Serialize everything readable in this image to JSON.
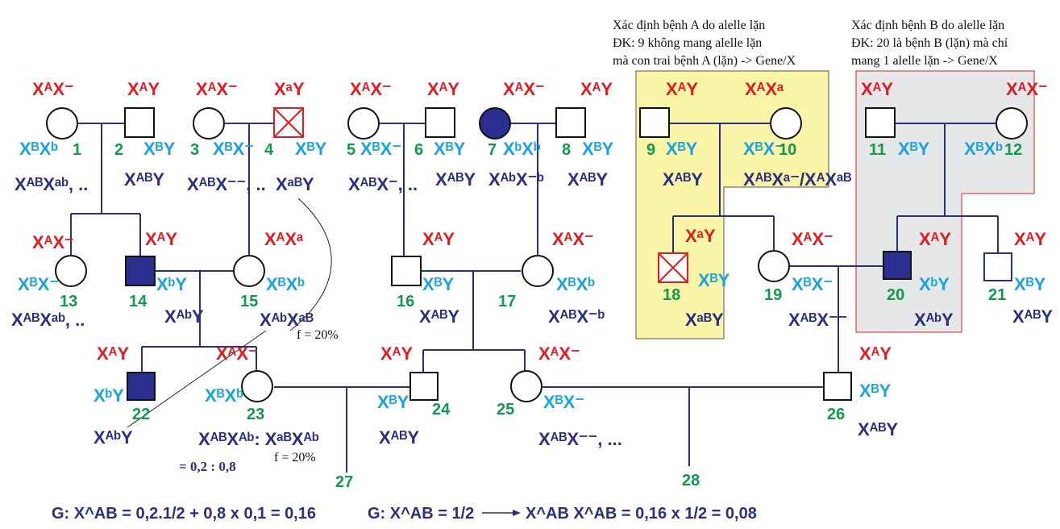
{
  "notes": {
    "a1": "Xác định bệnh A do alelle lặn",
    "a2": "ĐK: 9 không mang alelle lặn",
    "a3": "mà con trai bệnh A (lặn) -> Gene/X",
    "b1": "Xác định bệnh B do alelle lặn",
    "b2": "ĐK: 20 là bệnh B (lặn) mà chỉ",
    "b3": "mang 1 alelle lặn  -> Gene/X"
  },
  "freq1": "f = 20%",
  "freq2": "f = 20%",
  "ratio": "= 0,2 : 0,8",
  "formula1": "G: X^AB = 0,2.1/2 + 0,8 x 0,1 = 0,16",
  "formula2": "G: X^AB = 1/2",
  "formula3": "X^AB X^AB = 0,16 x 1/2 = 0,08",
  "individuals": [
    {
      "id": "1",
      "sex": "F",
      "status": "normal",
      "gA": "XᴬX⁻",
      "gB": "XᴮXᵇ",
      "gAB": "XᴬᴮXᵃᵇ, .."
    },
    {
      "id": "2",
      "sex": "M",
      "status": "normal",
      "gA": "XᴬY",
      "gB": "XᴮY",
      "gAB": "XᴬᴮY"
    },
    {
      "id": "3",
      "sex": "F",
      "status": "normal",
      "gA": "XᴬX⁻",
      "gB": "XᴮX⁻",
      "gAB": "XᴬᴮX⁻⁻, .."
    },
    {
      "id": "4",
      "sex": "M",
      "status": "affected-A",
      "gA": "XᵃY",
      "gB": "XᴮY",
      "gAB": "XᵃᴮY"
    },
    {
      "id": "5",
      "sex": "F",
      "status": "normal",
      "gA": "XᴬX⁻",
      "gB": "XᴮX⁻",
      "gAB": "XᴬᴮX⁻, .."
    },
    {
      "id": "6",
      "sex": "M",
      "status": "normal",
      "gA": "XᴬY",
      "gB": "XᴮY",
      "gAB": "XᴬᴮY"
    },
    {
      "id": "7",
      "sex": "F",
      "status": "affected-B",
      "gA": "XᴬX⁻",
      "gB": "XᵇXᵇ",
      "gAB": "XᴬᵇX⁻ᵇ"
    },
    {
      "id": "8",
      "sex": "M",
      "status": "normal",
      "gA": "XᴬY",
      "gB": "XᴮY",
      "gAB": "XᴬᴮY"
    },
    {
      "id": "9",
      "sex": "M",
      "status": "normal",
      "gA": "XᴬY",
      "gB": "XᴮY",
      "gAB": "XᴬᴮY"
    },
    {
      "id": "10",
      "sex": "F",
      "status": "normal",
      "gA": "XᴬXᵃ",
      "gB": "XᴮX⁻",
      "gAB": "XᴬᴮXᵃ⁻/XᴬXᵃᴮ"
    },
    {
      "id": "11",
      "sex": "M",
      "status": "normal",
      "gA": "XᴬY",
      "gB": "XᴮY",
      "gAB": ""
    },
    {
      "id": "12",
      "sex": "F",
      "status": "normal",
      "gA": "XᴬX⁻",
      "gB": "XᴮXᵇ",
      "gAB": ""
    },
    {
      "id": "13",
      "sex": "F",
      "status": "normal",
      "gA": "XᴬX⁻",
      "gB": "XᴮX⁻",
      "gAB": "XᴬᴮXᵃᵇ, .."
    },
    {
      "id": "14",
      "sex": "M",
      "status": "affected-B",
      "gA": "XᴬY",
      "gB": "XᵇY",
      "gAB": "XᴬᵇY"
    },
    {
      "id": "15",
      "sex": "F",
      "status": "normal",
      "gA": "XᴬXᵃ",
      "gB": "XᴮXᵇ",
      "gAB": "XᴬᵇXᵃᴮ"
    },
    {
      "id": "16",
      "sex": "M",
      "status": "normal",
      "gA": "XᴬY",
      "gB": "XᴮY",
      "gAB": "XᴬᴮY"
    },
    {
      "id": "17",
      "sex": "F",
      "status": "normal",
      "gA": "XᴬX⁻",
      "gB": "XᴮXᵇ",
      "gAB": "XᴬᴮX⁻ᵇ"
    },
    {
      "id": "18",
      "sex": "M",
      "status": "affected-A",
      "gA": "XᵃY",
      "gB": "XᴮY",
      "gAB": "XᵃᴮY"
    },
    {
      "id": "19",
      "sex": "F",
      "status": "normal",
      "gA": "XᴬX⁻",
      "gB": "XᴮX⁻",
      "gAB": "XᴬᴮX⁻⁻"
    },
    {
      "id": "20",
      "sex": "M",
      "status": "affected-B",
      "gA": "XᴬY",
      "gB": "XᵇY",
      "gAB": "XᴬᵇY"
    },
    {
      "id": "21",
      "sex": "M",
      "status": "normal",
      "gA": "XᴬY",
      "gB": "XᴮY",
      "gAB": "XᴬᴮY"
    },
    {
      "id": "22",
      "sex": "M",
      "status": "affected-B",
      "gA": "XᴬY",
      "gB": "XᵇY",
      "gAB": "XᴬᵇY"
    },
    {
      "id": "23",
      "sex": "F",
      "status": "normal",
      "gA": "XᴬX⁻",
      "gB": "XᴮXᵇ",
      "gAB": "XᴬᴮXᴬᵇ: XᵃᴮXᴬᵇ"
    },
    {
      "id": "24",
      "sex": "M",
      "status": "normal",
      "gA": "XᴬY",
      "gB": "XᴮY",
      "gAB": "XᴬᴮY"
    },
    {
      "id": "25",
      "sex": "F",
      "status": "normal",
      "gA": "XᴬX⁻",
      "gB": "XᴮX⁻",
      "gAB": "XᴬᴮX⁻⁻, ..."
    },
    {
      "id": "26",
      "sex": "M",
      "status": "normal",
      "gA": "XᴬY",
      "gB": "XᴮY",
      "gAB": "XᴬᴮY"
    },
    {
      "id": "27",
      "sex": "U",
      "status": "unknown",
      "gA": "",
      "gB": "",
      "gAB": ""
    },
    {
      "id": "28",
      "sex": "U",
      "status": "unknown",
      "gA": "",
      "gB": "",
      "gAB": ""
    }
  ]
}
